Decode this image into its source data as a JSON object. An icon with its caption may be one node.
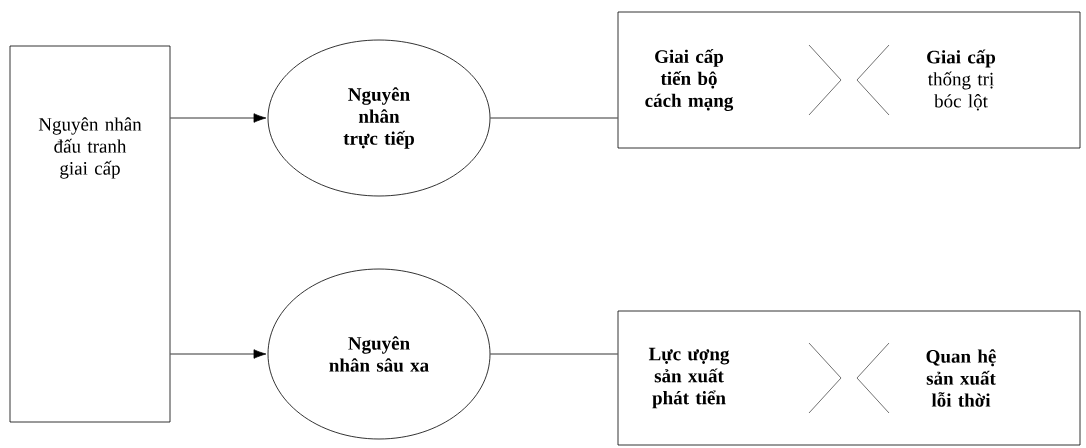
{
  "diagram": {
    "nodes": [
      {
        "text": [
          "Nguyên nhân đấu tranh giai cấp"
        ]
      },
      {
        "text": [
          "Nguyên nhân trực tiếp"
        ]
      },
      {
        "text": [
          "Nguyên nhân sâu xa"
        ]
      },
      {
        "text": [
          "Giai cấp tiến bộ cách mạng",
          "**Giai cấp** thống trị bóc lột"
        ]
      },
      {
        "text": [
          "Lực ượng sản xuất phát tiển",
          "Quan hệ sản xuất lỗi thời"
        ]
      }
    ],
    "edges": [
      {
        "from": 0,
        "to": 1,
        "arrow": "to"
      },
      {
        "from": 0,
        "to": 2,
        "arrow": "to"
      },
      {
        "from": 1,
        "to": 3,
        "arrow": "none"
      },
      {
        "from": 2,
        "to": 4,
        "arrow": "none"
      }
    ]
  }
}
